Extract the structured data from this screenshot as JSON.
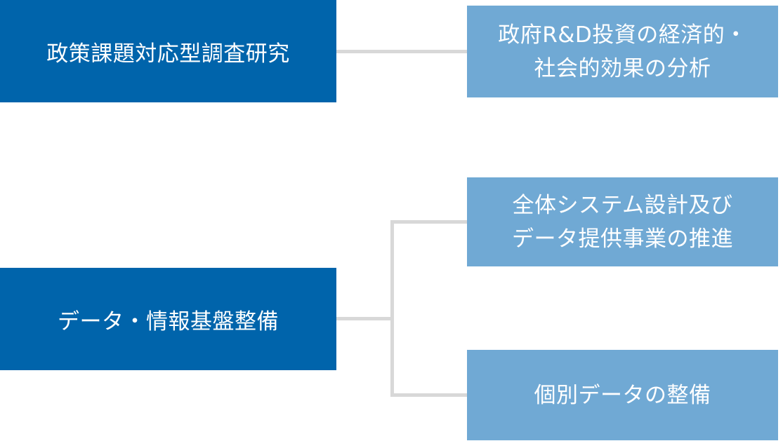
{
  "colors": {
    "primary": "#0064ab",
    "secondary": "#70a9d4",
    "connector": "#d8d8d8"
  },
  "nodes": {
    "policy_research": {
      "label": "政策課題対応型調査研究"
    },
    "rd_investment_analysis": {
      "line1": "政府R&D投資の経済的・",
      "line2": "社会的効果の分析"
    },
    "data_infrastructure": {
      "label": "データ・情報基盤整備"
    },
    "system_design": {
      "line1": "全体システム設計及び",
      "line2": "データ提供事業の推進"
    },
    "individual_data": {
      "label": "個別データの整備"
    }
  }
}
